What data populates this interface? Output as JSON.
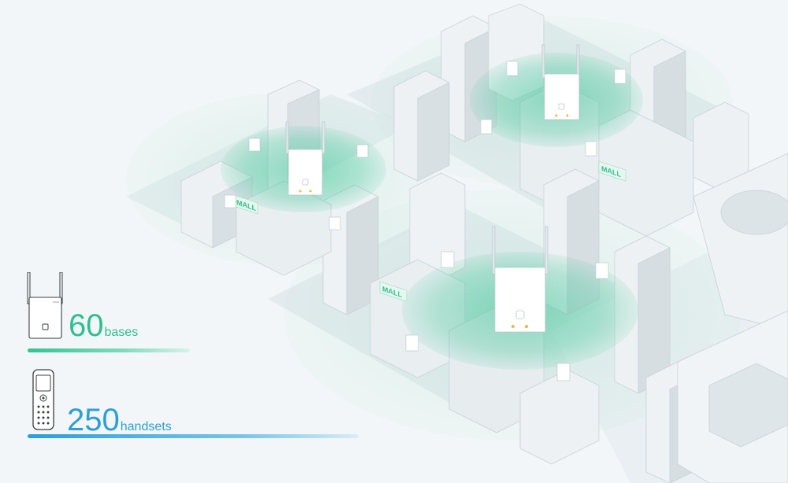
{
  "stats": {
    "bases": {
      "value": "60",
      "unit": "bases",
      "color": "#2fbf8e"
    },
    "handsets": {
      "value": "250",
      "unit": "handsets",
      "color": "#2b9fd6"
    }
  },
  "signs": {
    "mall": "MALL"
  },
  "colors": {
    "background": "#f3f6f8",
    "coverage": "#39c493",
    "building": "#e7ecef",
    "building_shade": "#cdd5da"
  },
  "icons": {
    "base": "base-station-icon",
    "handset": "dect-handset-icon"
  }
}
